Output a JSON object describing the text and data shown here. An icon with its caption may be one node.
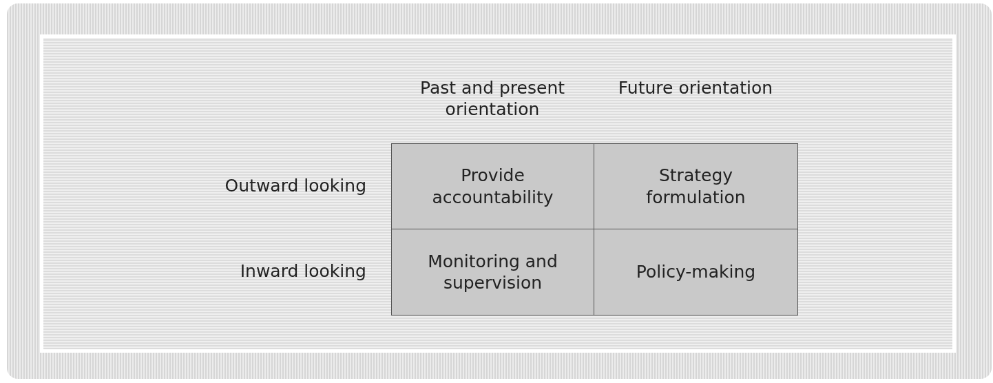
{
  "diagram": {
    "nodes": [
      {
        "text": [
          "Provide accountability"
        ]
      },
      {
        "text": [
          "Strategy formulation"
        ]
      },
      {
        "text": [
          "Monitoring and supervision"
        ]
      },
      {
        "text": [
          "Policy-making"
        ]
      }
    ],
    "labels": [
      "Past and present orientation",
      "Future orientation",
      "Outward looking",
      "Inward looking"
    ]
  }
}
